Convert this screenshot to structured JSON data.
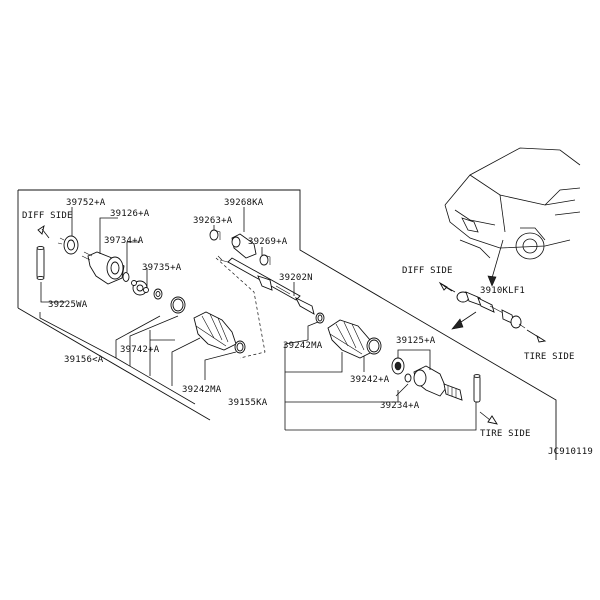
{
  "labels": {
    "diff_side_left": "DIFF SIDE",
    "diff_side_right": "DIFF SIDE",
    "tire_side_right": "TIRE SIDE",
    "tire_side_bottom": "TIRE SIDE",
    "p39752": "39752+A",
    "p39126": "39126+A",
    "p39734": "39734+A",
    "p39735": "39735+A",
    "p39225": "39225WA",
    "p39156": "39156<A",
    "p39742": "39742+A",
    "p39242_left": "39242MA",
    "p39268": "39268KA",
    "p39263": "39263+A",
    "p39269": "39269+A",
    "p39202": "39202N",
    "p39242_mid": "39242MA",
    "p39125": "39125+A",
    "p39242_r": "39242+A",
    "p39155": "39155KA",
    "p39234": "39234+A",
    "p3910": "3910KLF1",
    "diagram_code": "JC910119"
  }
}
